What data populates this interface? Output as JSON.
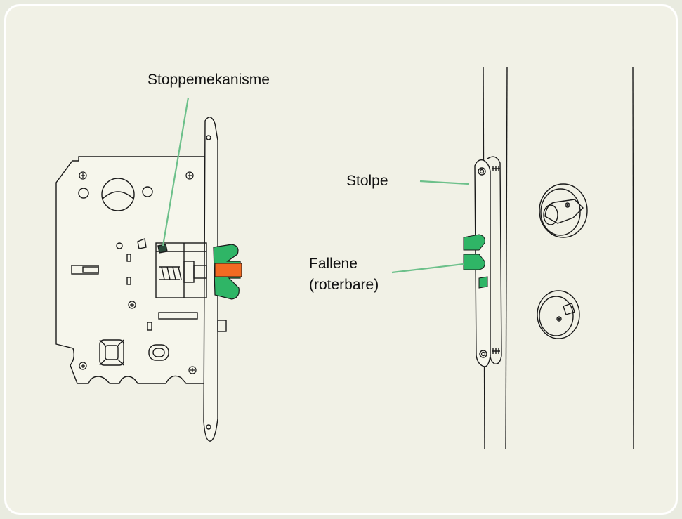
{
  "labels": {
    "stoppemekanisme": "Stoppemekanisme",
    "stolpe": "Stolpe",
    "fallene_line1": "Fallene",
    "fallene_line2": "(roterbare)"
  },
  "colors": {
    "background": "#f1f1e6",
    "line": "#1a1a1a",
    "leader": "#6cc08a",
    "latch_green": "#2fb566",
    "latch_orange": "#f26a22",
    "plate": "#f6f6ec"
  }
}
